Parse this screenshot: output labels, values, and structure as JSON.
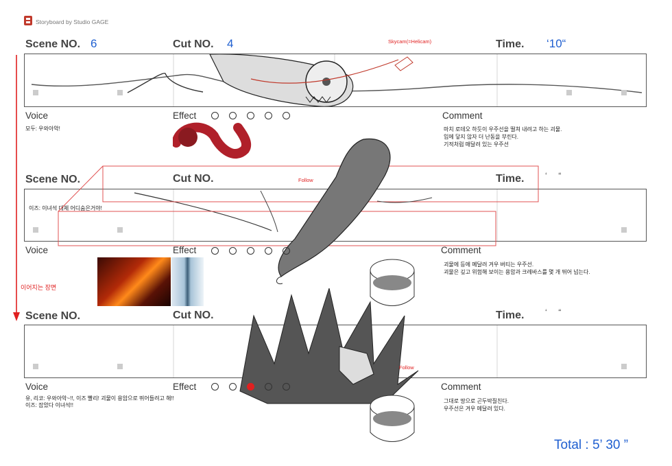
{
  "brand": {
    "text": "Storyboard by Studio GAGE",
    "logo": "gage-seal-icon"
  },
  "labels": {
    "scene": "Scene NO.",
    "cut": "Cut NO.",
    "time": "Time.",
    "voice": "Voice",
    "effect": "Effect",
    "comment": "Comment"
  },
  "panels": [
    {
      "scene_no": "6",
      "cut_no": "4",
      "time_value": "‘10“",
      "voice_text": [
        "모두: 우와아악!"
      ],
      "comment_text": [
        "마치 로데오 하듯이 우주선을 떨쳐 내려고 하는 괴물.",
        "입에 닿지 않자 더 난동을 부린다.",
        "기적처럼 매달려 있는 우주선"
      ],
      "annotation": "Skycam(=Helicam)"
    },
    {
      "scene_no": "",
      "cut_no": "",
      "time_marks": "‘     “",
      "voice_text": [
        "이즈: 이녀석 대체 어디숨은거야!"
      ],
      "comment_text": [
        "괴물에 등에 메달려 겨우 버티는 우주선.",
        "괴물은 깊고 위험해 보이는 용암과 크레바스를 몇 개 뛰어 넘는다."
      ],
      "annotation": "Follow"
    },
    {
      "scene_no": "",
      "cut_no": "",
      "time_marks": "‘     “",
      "voice_text": [
        "유, 리코: 우와아악~!!, 이즈 빨리! 괴물이 용암으로 뛰어들려고 해!!",
        "이즈: 잡았다 이녀석!!"
      ],
      "comment_text": [
        "그대로 땅으로 곤두박질친다.",
        "우주선은 겨우 메달려 있다."
      ],
      "annotation": "Follow"
    }
  ],
  "side_note": "이어지는 장면",
  "total": {
    "label": "Total : ",
    "value": "5’ 30 ”"
  },
  "colors": {
    "accent_blue": "#1f5fd0",
    "note_red": "#e02020"
  }
}
